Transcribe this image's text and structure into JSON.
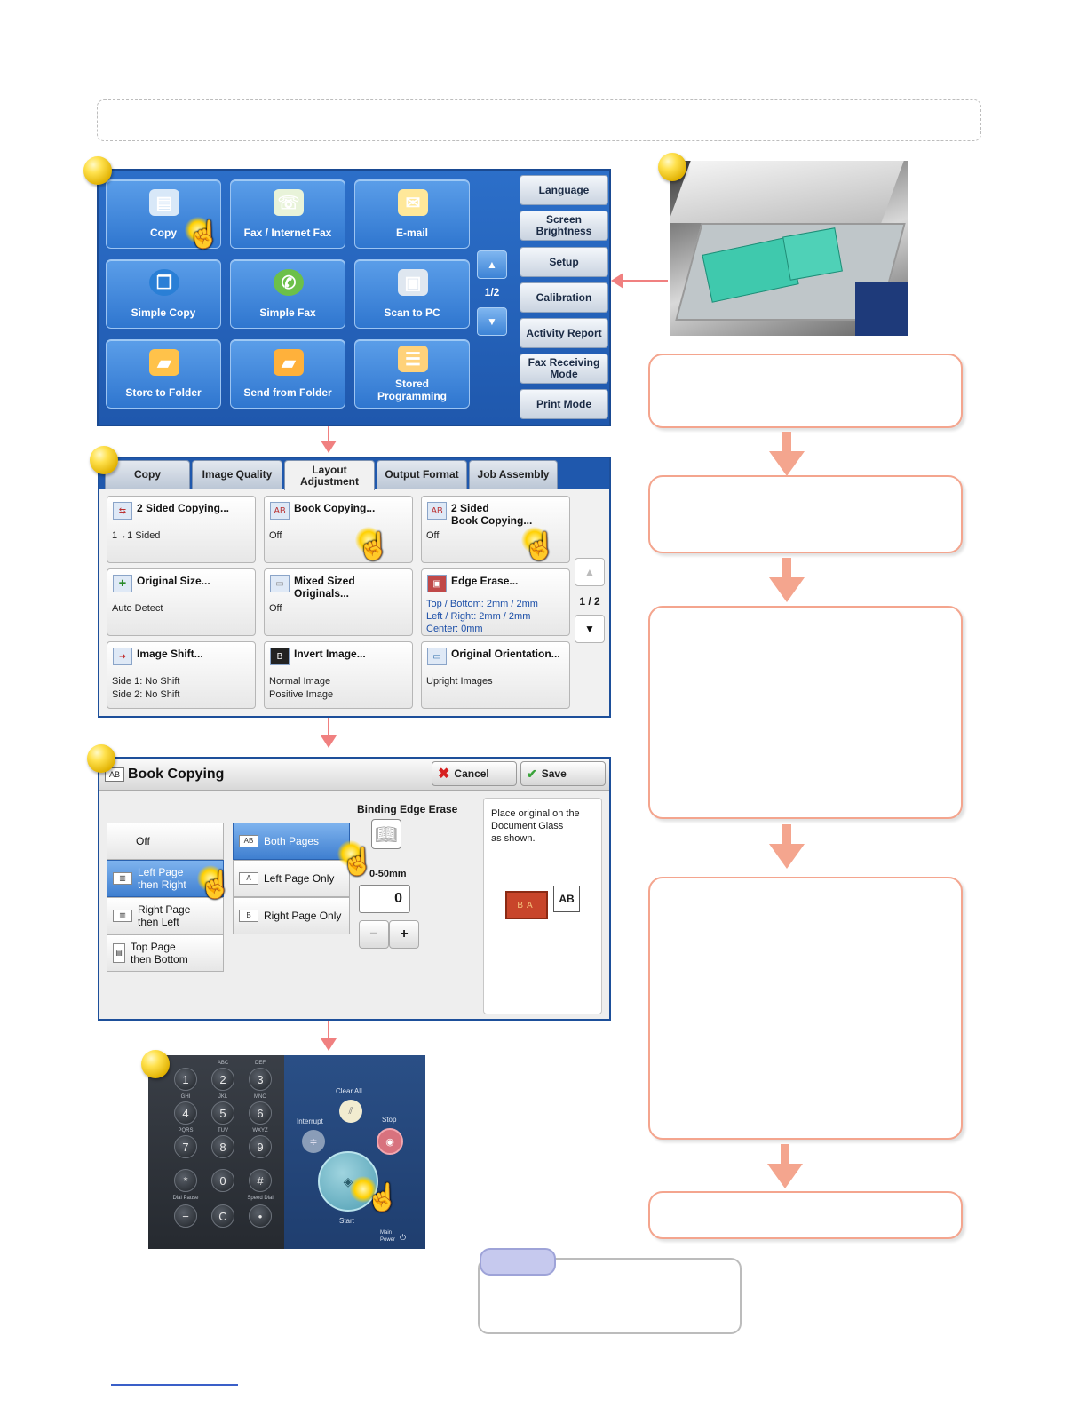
{
  "home": {
    "tiles": [
      {
        "label": "Copy",
        "icon": "copy-icon"
      },
      {
        "label": "Fax / Internet Fax",
        "icon": "fax-icon"
      },
      {
        "label": "E-mail",
        "icon": "email-icon"
      },
      {
        "label": "Simple Copy",
        "icon": "simple-copy-icon"
      },
      {
        "label": "Simple Fax",
        "icon": "simple-fax-icon"
      },
      {
        "label": "Scan to PC",
        "icon": "scan-pc-icon"
      },
      {
        "label": "Store to Folder",
        "icon": "folder-icon"
      },
      {
        "label": "Send from Folder",
        "icon": "send-folder-icon"
      },
      {
        "label": "Stored\nProgramming",
        "icon": "stored-programming-icon"
      }
    ],
    "page_indicator": "1/2",
    "side_buttons": [
      "Language",
      "Screen\nBrightness",
      "Setup",
      "Calibration",
      "Activity Report",
      "Fax Receiving\nMode",
      "Print Mode"
    ]
  },
  "layout": {
    "tabs": [
      "Copy",
      "Image Quality",
      "Layout\nAdjustment",
      "Output Format",
      "Job Assembly"
    ],
    "buttons": [
      {
        "title": "2 Sided Copying...",
        "value": "1→1 Sided"
      },
      {
        "title": "Book Copying...",
        "value": "Off"
      },
      {
        "title": "2 Sided\nBook Copying...",
        "value": "Off"
      },
      {
        "title": "Original Size...",
        "value": "Auto Detect"
      },
      {
        "title": "Mixed Sized Originals...",
        "value": "Off"
      },
      {
        "title": "Edge Erase...",
        "value": "Top / Bottom: 2mm / 2mm\nLeft / Right: 2mm / 2mm\nCenter: 0mm"
      },
      {
        "title": "Image Shift...",
        "value": "Side 1: No Shift\nSide 2: No Shift"
      },
      {
        "title": "Invert Image...",
        "value": "Normal Image\nPositive Image"
      },
      {
        "title": "Original Orientation...",
        "value": "Upright Images"
      }
    ],
    "page_indicator": "1 / 2",
    "down_arrow": "▼"
  },
  "book": {
    "title": "Book Copying",
    "cancel": "Cancel",
    "save": "Save",
    "mode_options": [
      "Off",
      "Left Page\nthen Right",
      "Right Page\nthen Left",
      "Top Page\nthen Bottom"
    ],
    "page_options": [
      "Both Pages",
      "Left Page Only",
      "Right Page Only"
    ],
    "binding_label": "Binding Edge Erase",
    "range_label": "0-50mm",
    "value": "0",
    "minus": "−",
    "plus": "+",
    "info": "Place original on the\nDocument Glass\nas shown."
  },
  "keypad": {
    "keys": [
      "1",
      "2",
      "3",
      "4",
      "5",
      "6",
      "7",
      "8",
      "9",
      "*",
      "0",
      "#",
      "−",
      "C",
      "•"
    ],
    "key_sublabels": [
      "ABC",
      "DEF",
      "GHI",
      "JKL",
      "MNO",
      "PQRS",
      "TUV",
      "WXYZ"
    ],
    "bottom_labels": [
      "Dial Pause",
      "Speed Dial"
    ],
    "clear_all": "Clear All",
    "interrupt": "Interrupt",
    "stop": "Stop",
    "start": "Start",
    "main_power": "Main\nPower"
  },
  "colors": {
    "accent_blue": "#1f58ad",
    "flow_border": "#f4a58e",
    "arrow": "#f08080"
  }
}
